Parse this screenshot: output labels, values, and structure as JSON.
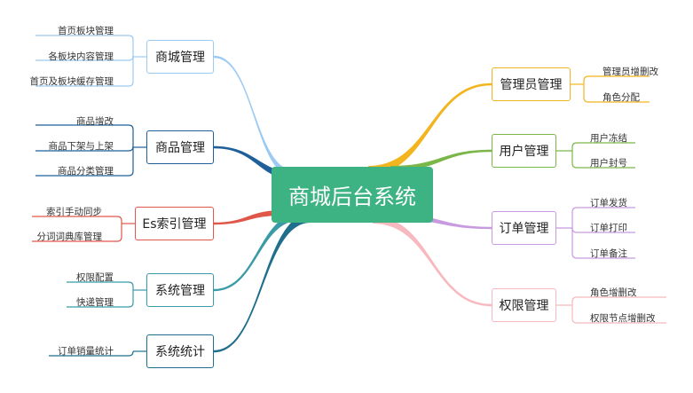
{
  "center": {
    "label": "商城后台系统",
    "color": "#3db283"
  },
  "branches": [
    {
      "id": "mall",
      "label": "商城管理",
      "color": "#9ccaf2",
      "leaves": [
        "首页板块管理",
        "各板块内容管理",
        "首页及板块缓存管理"
      ]
    },
    {
      "id": "goods",
      "label": "商品管理",
      "color": "#1f5f9a",
      "leaves": [
        "商品增改",
        "商品下架与上架",
        "商品分类管理"
      ]
    },
    {
      "id": "es",
      "label": "Es索引管理",
      "color": "#e0574a",
      "leaves": [
        "索引手动同步",
        "分词词典库管理"
      ]
    },
    {
      "id": "system",
      "label": "系统管理",
      "color": "#3a9aa6",
      "leaves": [
        "权限配置",
        "快递管理"
      ]
    },
    {
      "id": "stats",
      "label": "系统统计",
      "color": "#1e6e8c",
      "leaves": [
        "订单销量统计"
      ]
    },
    {
      "id": "admin",
      "label": "管理员管理",
      "color": "#f2b51f",
      "leaves": [
        "管理员增删改",
        "角色分配"
      ]
    },
    {
      "id": "user",
      "label": "用户管理",
      "color": "#7ab648",
      "leaves": [
        "用户冻结",
        "用户封号"
      ]
    },
    {
      "id": "order",
      "label": "订单管理",
      "color": "#c89ae0",
      "leaves": [
        "订单发货",
        "订单打印",
        "订单备注"
      ]
    },
    {
      "id": "perm",
      "label": "权限管理",
      "color": "#f7b9bf",
      "leaves": [
        "角色增删改",
        "权限节点增删改"
      ]
    }
  ]
}
